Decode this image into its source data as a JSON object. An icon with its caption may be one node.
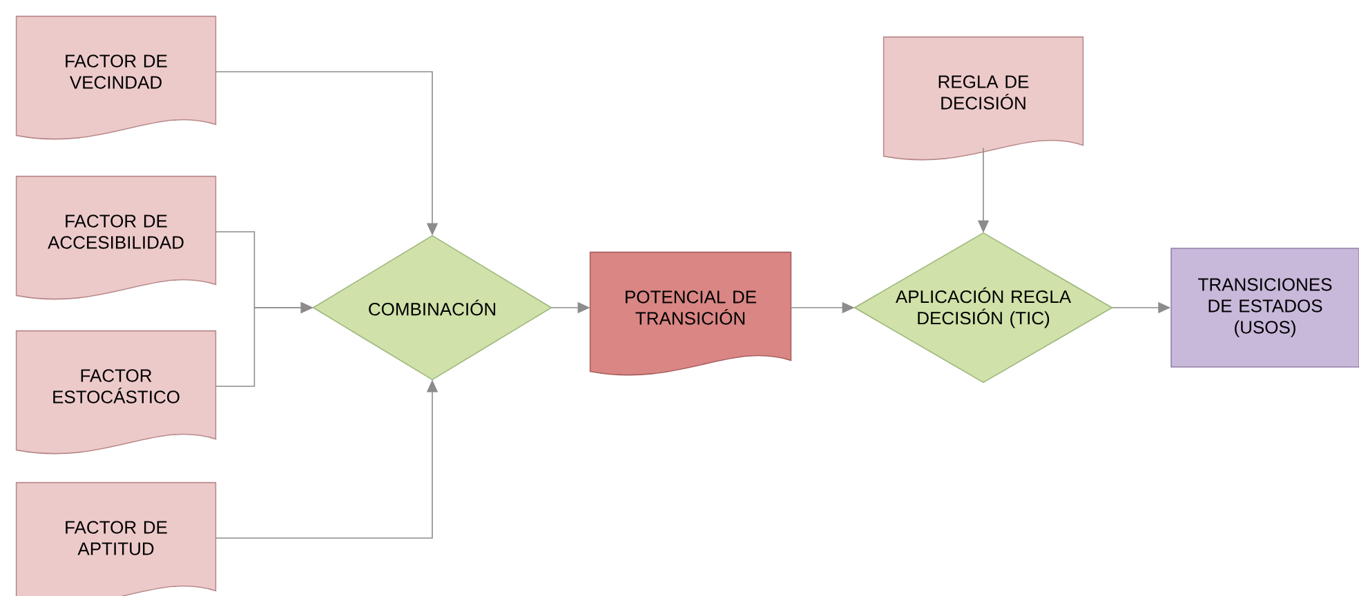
{
  "diagram": {
    "nodes": [
      {
        "text": [
          "FACTOR DE VECINDAD"
        ]
      },
      {
        "text": [
          "FACTOR DE ACCESIBILIDAD"
        ]
      },
      {
        "text": [
          "FACTOR ESTOCÁSTICO"
        ]
      },
      {
        "text": [
          "FACTOR DE APTITUD"
        ]
      },
      {
        "text": [
          "COMBINACIÓN"
        ]
      },
      {
        "text": [
          "POTENCIAL DE TRANSICIÓN"
        ]
      },
      {
        "text": [
          "REGLA DE DECISIÓN"
        ]
      },
      {
        "text": [
          "APLICACIÓN REGLA DECISIÓN (TIC)"
        ]
      },
      {
        "text": [
          "TRANSICIONES DE ESTADOS (USOS)"
        ]
      }
    ],
    "edges": [
      {
        "from": 0,
        "to": 4,
        "arrow": "to"
      },
      {
        "from": 1,
        "to": 4,
        "arrow": "to"
      },
      {
        "from": 2,
        "to": 4,
        "arrow": "to"
      },
      {
        "from": 3,
        "to": 4,
        "arrow": "to"
      },
      {
        "from": 4,
        "to": 5,
        "arrow": "to"
      },
      {
        "from": 5,
        "to": 7,
        "arrow": "to"
      },
      {
        "from": 6,
        "to": 7,
        "arrow": "to"
      },
      {
        "from": 7,
        "to": 8,
        "arrow": "to"
      }
    ]
  }
}
